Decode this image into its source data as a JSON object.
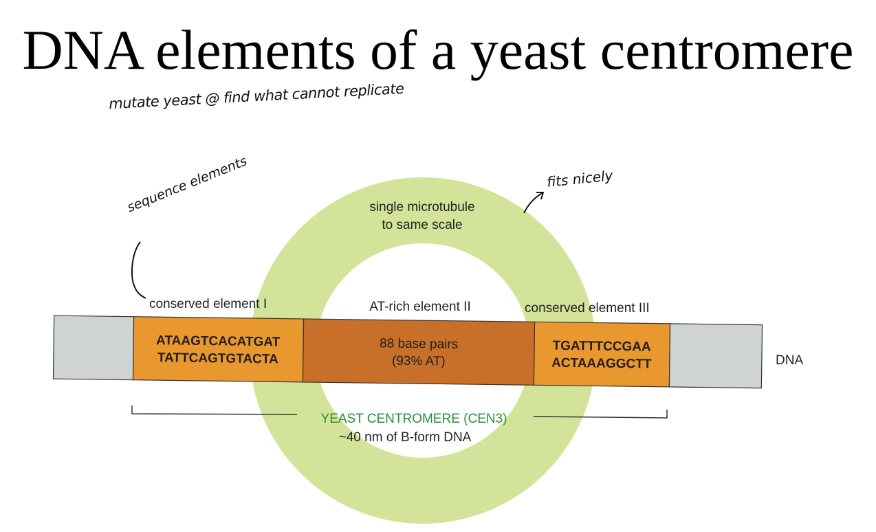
{
  "title": "DNA elements of a yeast centromere",
  "annotations": {
    "top_note": "mutate yeast @ find what cannot replicate",
    "sequence_note": "sequence elements",
    "fits_note": "fits nicely"
  },
  "microtubule_label": [
    "single microtubule",
    "to same scale"
  ],
  "elements": {
    "element_1": {
      "label": "conserved element I",
      "seq_top": "ATAAGTCACATGAT",
      "seq_bottom": "TATTCAGTGTACTA"
    },
    "element_2": {
      "label": "AT-rich element II",
      "line1": "88 base pairs",
      "line2": "(93% AT)"
    },
    "element_3": {
      "label": "conserved element III",
      "seq_top": "TGATTTCCGAA",
      "seq_bottom": "ACTAAAGGCTT"
    }
  },
  "dna_label": "DNA",
  "centromere_label": "YEAST CENTROMERE (CEN3)",
  "centromere_sublabel": "~40 nm of B-form DNA",
  "colors": {
    "microtubule": "#d4e39a",
    "dna_gray": "#d0d3d4",
    "conserved_orange": "#e8982e",
    "at_rich_orange": "#c8702a",
    "centromere_green": "#2e8b3a"
  }
}
